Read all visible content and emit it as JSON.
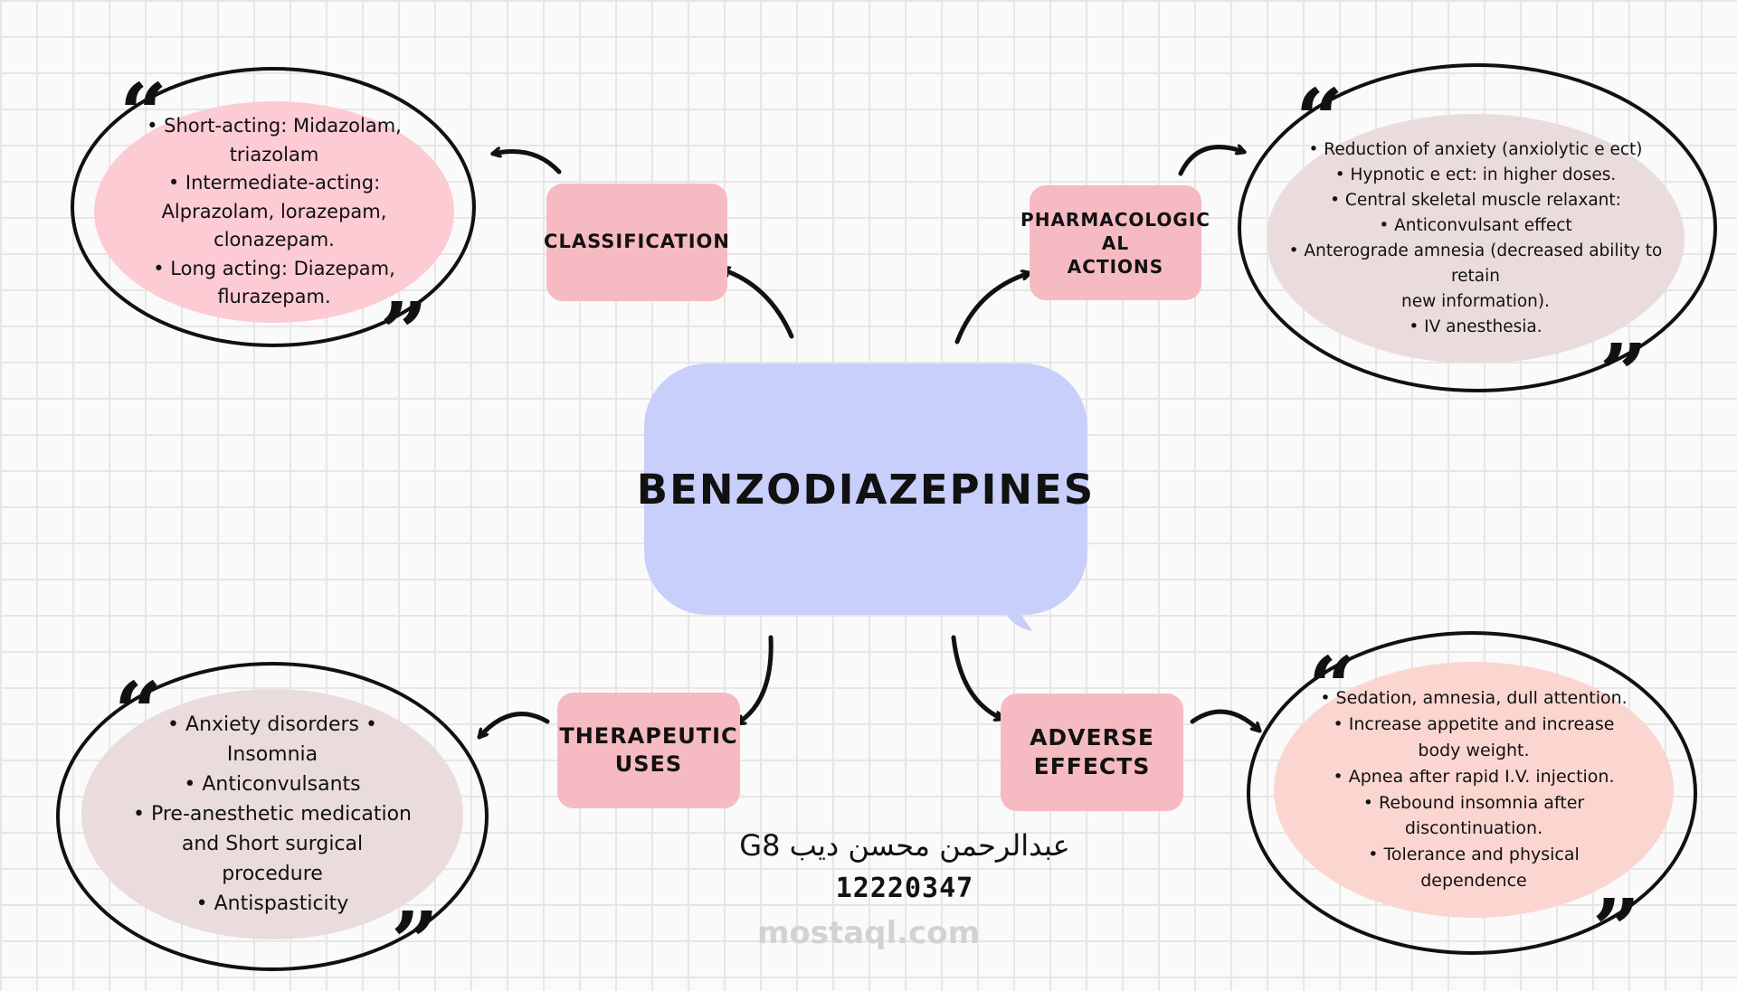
{
  "center": {
    "title": "BENZODIAZEPINES",
    "color": "#c8cffa"
  },
  "topics": {
    "classification": "CLASSIFICATION",
    "pharmacological": "PHARMACOLOGIC\nAL\nACTIONS",
    "therapeutic": "THERAPEUTIC\nUSES",
    "adverse": "ADVERSE\nEFFECTS",
    "color": "#f6bac2"
  },
  "notes": {
    "classification": [
      "• Short-acting: Midazolam,\ntriazolam",
      "• Intermediate-acting:\nAlprazolam, lorazepam,\nclonazepam.",
      "• Long acting: Diazepam,\nflurazepam."
    ],
    "pharmacological": [
      "• Reduction of anxiety (anxiolytic e ect)",
      "• Hypnotic e ect: in higher doses.",
      "• Central skeletal muscle relaxant:",
      "• Anticonvulsant effect",
      "• Anterograde amnesia (decreased ability to\nretain\nnew information).",
      "• IV anesthesia."
    ],
    "therapeutic": [
      "• Anxiety disorders •\nInsomnia",
      "• Anticonvulsants",
      "• Pre-anesthetic medication\nand Short surgical\nprocedure",
      "• Antispasticity"
    ],
    "adverse": [
      "• Sedation, amnesia, dull attention.",
      "• Increase appetite and increase\nbody weight.",
      "• Apnea after rapid I.V. injection.",
      "• Rebound insomnia after\ndiscontinuation.",
      "• Tolerance and physical\ndependence"
    ]
  },
  "quotes": {
    "open": "“",
    "close": "”"
  },
  "author": {
    "name": "عبدالرحمن محسن ديب G8",
    "id": "12220347"
  },
  "watermark": "mostaql.com"
}
